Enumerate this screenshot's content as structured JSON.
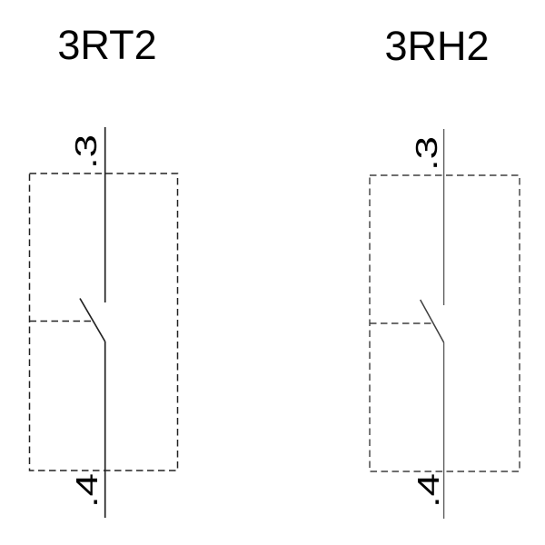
{
  "diagram": {
    "panels": [
      {
        "label": "3RT2",
        "terminal_top": ".3",
        "terminal_bottom": ".4",
        "symbol": "normally-open-contact"
      },
      {
        "label": "3RH2",
        "terminal_top": ".3",
        "terminal_bottom": ".4",
        "symbol": "normally-open-contact"
      }
    ]
  },
  "colors": {
    "background": "#ffffff",
    "text": "#000000",
    "line_primary": "#222222",
    "line_secondary": "#5e5e5e",
    "line_secondary_dark": "#3f3f3f"
  }
}
